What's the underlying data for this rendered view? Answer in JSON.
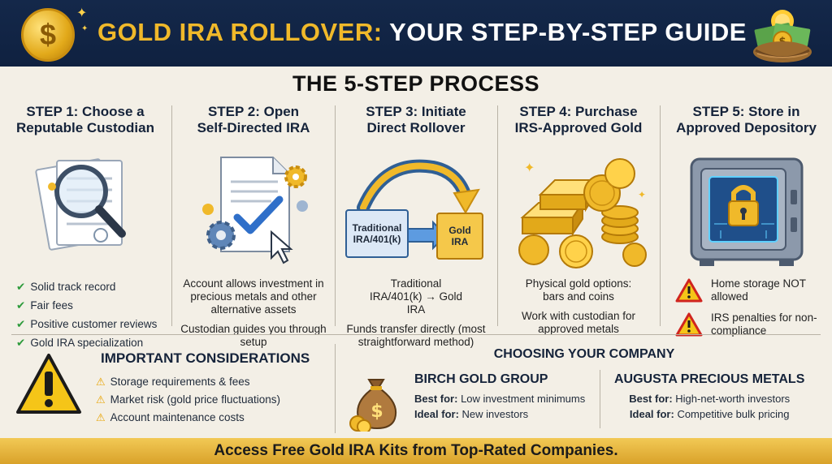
{
  "header": {
    "title_gold": "GOLD IRA ROLLOVER:",
    "title_white": "YOUR STEP-BY-STEP GUIDE"
  },
  "process_title": "THE 5-STEP PROCESS",
  "steps": [
    {
      "title_line1": "STEP 1: Choose a",
      "title_line2": "Reputable Custodian",
      "checks": [
        "Solid track record",
        "Fair fees",
        "Positive customer reviews",
        "Gold IRA specialization"
      ]
    },
    {
      "title_line1": "STEP 2: Open",
      "title_line2": "Self-Directed IRA",
      "body": [
        "Account allows investment in precious metals and other alternative assets",
        "Custodian guides you through setup"
      ]
    },
    {
      "title_line1": "STEP 3: Initiate",
      "title_line2": "Direct Rollover",
      "diagram_from": "Traditional IRA/401(k)",
      "diagram_to": "Gold IRA",
      "body": [
        "Traditional IRA/401(k) → Gold IRA",
        "Funds transfer directly (most straightforward method)"
      ]
    },
    {
      "title_line1": "STEP 4: Purchase",
      "title_line2": "IRS-Approved Gold",
      "body": [
        "Physical gold options: bars and coins",
        "Work with custodian for approved metals"
      ]
    },
    {
      "title_line1": "STEP 5: Store in",
      "title_line2": "Approved Depository",
      "warnings": [
        "Home storage NOT allowed",
        "IRS penalties for non-compliance"
      ]
    }
  ],
  "considerations": {
    "title": "IMPORTANT CONSIDERATIONS",
    "items": [
      "Storage requirements & fees",
      "Market risk (gold price fluctuations)",
      "Account maintenance costs"
    ]
  },
  "company": {
    "title": "CHOOSING YOUR COMPANY",
    "best_for_label": "Best for:",
    "ideal_for_label": "Ideal for:",
    "companies": [
      {
        "name": "BIRCH GOLD GROUP",
        "best_for": "Low investment minimums",
        "ideal_for": "New investors"
      },
      {
        "name": "AUGUSTA PRECIOUS METALS",
        "best_for": "High-net-worth investors",
        "ideal_for": "Competitive bulk pricing"
      }
    ]
  },
  "footer": "Access Free Gold IRA Kits from Top-Rated Companies.",
  "icons": {
    "header_left": "dollar-coin-icon",
    "header_right": "nest-egg-icon",
    "step1": "magnifier-documents-icon",
    "step2": "document-checkmark-gears-icon",
    "step3": "rollover-arrow-icon",
    "step4": "gold-bars-coins-icon",
    "step5": "safe-lock-icon",
    "warning": "warning-triangle-icon",
    "money_bag": "money-bag-icon"
  },
  "colors": {
    "navy": "#14284a",
    "gold": "#f0b92a",
    "check_green": "#2e9b3c",
    "warning_yellow": "#f5c518",
    "cream": "#f3efe6"
  }
}
